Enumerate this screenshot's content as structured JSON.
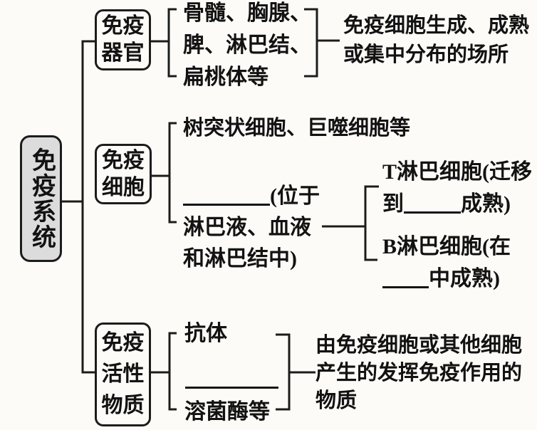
{
  "root_label": "免疫系统",
  "organ": {
    "node_line1": "免疫",
    "node_line2": "器官",
    "item_line1": "骨髓、胸腺、",
    "item_line2": "脾、淋巴结、",
    "item_line3": "扁桃体等",
    "desc_line1": "免疫细胞生成、成熟",
    "desc_line2": "或集中分布的场所"
  },
  "cell": {
    "node_line1": "免疫",
    "node_line2": "细胞",
    "item1": "树突状细胞、巨噬细胞等",
    "item2_line1_suffix": "(位于",
    "item2_line2": "淋巴液、血液",
    "item2_line3": "和淋巴结中)",
    "t_line1": "T淋巴细胞(迁移",
    "t_line2_prefix": "到",
    "t_line2_suffix": "成熟)",
    "b_line1": "B淋巴细胞(在",
    "b_line2_suffix": "中成熟)"
  },
  "substance": {
    "node_line1": "免疫",
    "node_line2": "活性",
    "node_line3": "物质",
    "item1": "抗体",
    "item3": "溶菌酶等",
    "desc_line1": "由免疫细胞或其他细胞",
    "desc_line2": "产生的发挥免疫作用的",
    "desc_line3": "物质"
  },
  "colors": {
    "line": "#1c1c1c",
    "root_fill": "#dcdcdc",
    "paper": "#fcfbf7",
    "text": "#121212"
  }
}
